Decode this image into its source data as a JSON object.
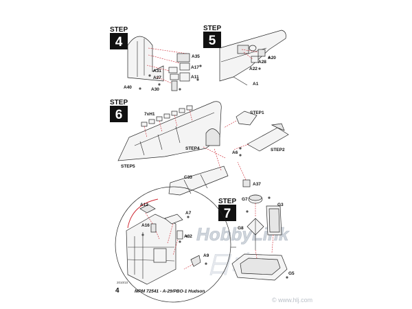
{
  "step_word": "STEP",
  "steps": {
    "s4": "4",
    "s5": "5",
    "s6": "6",
    "s7": "7"
  },
  "parts": {
    "A35": "A35",
    "A17": "A17",
    "A31": "A31",
    "A27": "A27",
    "A11": "A11",
    "A40": "A40",
    "A30": "A30",
    "A28": "A28",
    "A20": "A20",
    "A22": "A22",
    "A1": "A1",
    "H1": "7xH1",
    "STEP1": "STEP1",
    "STEP4": "STEP4",
    "A6": "A6",
    "STEP2": "STEP2",
    "STEP5": "STEP5",
    "C33": "C33",
    "A37": "A37",
    "A12": "A12",
    "A7": "A7",
    "A16": "A16",
    "A32": "A32",
    "A9": "A9",
    "G7": "G7",
    "G3": "G3",
    "G8": "G8",
    "G5": "G5"
  },
  "footer": {
    "page_number": "4",
    "title": "MPM 72541 - A-29/PBO-1 Hudson",
    "date": "2010/10"
  },
  "watermark": {
    "brand": "HobbyLink",
    "url": "© www.hlj.com",
    "script": "日本"
  },
  "colors": {
    "guide_lines": "#cc1f2a",
    "outline": "#222222",
    "step_box": "#111111"
  }
}
